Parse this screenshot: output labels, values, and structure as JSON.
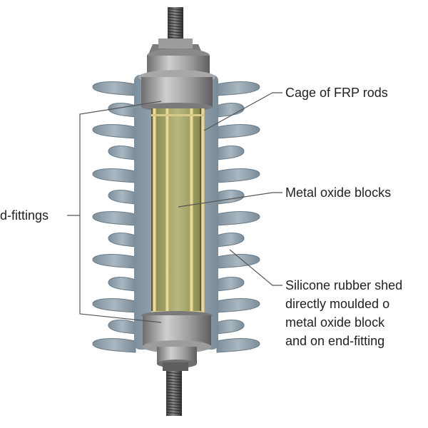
{
  "diagram": {
    "labels": {
      "end_fittings": "d-fittings",
      "cage": "Cage of FRP rods",
      "metal_oxide": "Metal oxide blocks",
      "silicone_line1": "Silicone rubber shed",
      "silicone_line2": "directly  moulded  o",
      "silicone_line3": "metal  oxide  block",
      "silicone_line4": "and   on  end-fitting"
    },
    "colors": {
      "shed": "#8fa0ac",
      "shed_dark": "#6b7c88",
      "shed_light": "#b4c1ca",
      "metal": "#9a9a9a",
      "metal_dark": "#6e6e6e",
      "metal_light": "#c6c6c6",
      "block": "#a9ab72",
      "rod": "#e2d38e",
      "leader": "#555555"
    }
  }
}
